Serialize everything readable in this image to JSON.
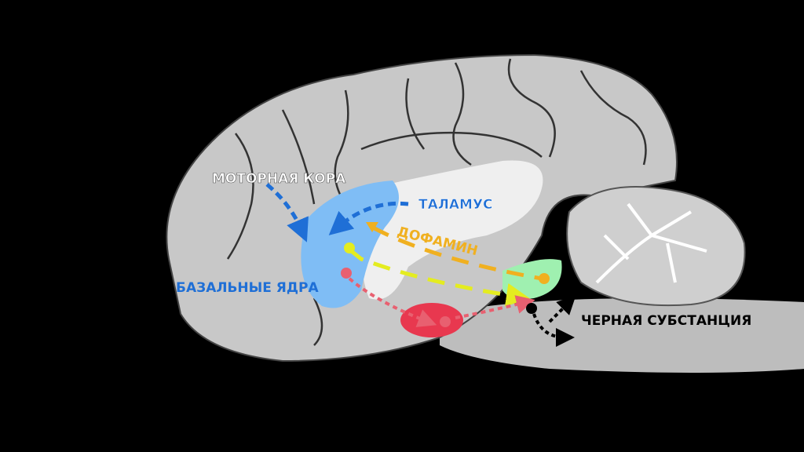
{
  "labels": {
    "motor_cortex": "МОТОРНАЯ КОРА",
    "thalamus": "ТАЛАМУС",
    "dopamine": "ДОФАМИН",
    "basal_ganglia": "БАЗАЛЬНЫЕ ЯДРА",
    "substantia_nigra": "ЧЕРНАЯ СУБСТАНЦИЯ"
  },
  "colors": {
    "background": "#000000",
    "brain": "#c9c9c9",
    "thalamus": "#eeeeee",
    "basal_ganglia": "#7fbdf5",
    "red_nucleus": "#e8384f",
    "substantia_nigra": "#9ff0b0",
    "blue_arrow": "#1f6fd6",
    "yellow_arrow": "#e4ec20",
    "orange_arrow": "#f0b020",
    "pink_arrow": "#e86070"
  }
}
